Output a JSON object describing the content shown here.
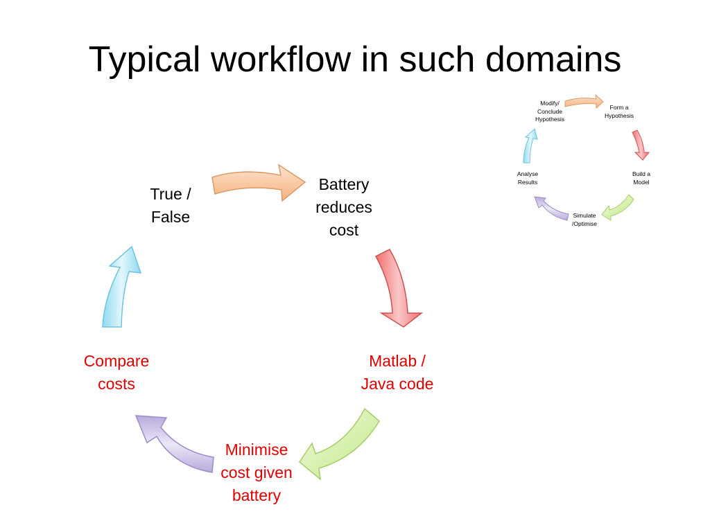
{
  "title": "Typical workflow in such domains",
  "cycle": {
    "nodes": [
      {
        "id": "true-false",
        "label": "True /\nFalse",
        "color": "#000000"
      },
      {
        "id": "battery",
        "label": "Battery\nreduces\ncost",
        "color": "#000000"
      },
      {
        "id": "matlab",
        "label": "Matlab /\nJava code",
        "color": "#e00000"
      },
      {
        "id": "minimise",
        "label": "Minimise\ncost given\nbattery",
        "color": "#e00000"
      },
      {
        "id": "compare",
        "label": "Compare\ncosts",
        "color": "#e00000"
      }
    ],
    "arrow_colors": [
      "#f6b98a",
      "#f47c7c",
      "#c6ea8c",
      "#c2b6e2",
      "#9fe0f2"
    ]
  },
  "reference_cycle": {
    "nodes": [
      {
        "id": "form",
        "label": "Form a\nHypothesis"
      },
      {
        "id": "build",
        "label": "Build a\nModel"
      },
      {
        "id": "simulate",
        "label": "Simulate\n/Optimise"
      },
      {
        "id": "analyse",
        "label": "Analyse\nResults"
      },
      {
        "id": "modify",
        "label": "Modify/\nConclude\nHypothesis"
      }
    ]
  }
}
